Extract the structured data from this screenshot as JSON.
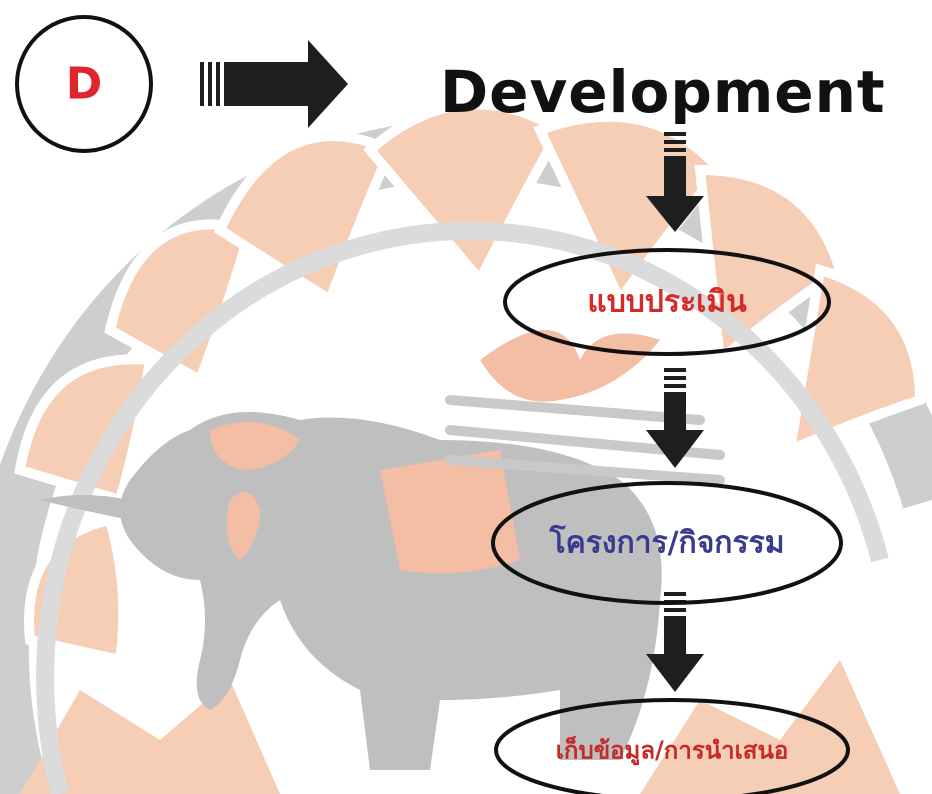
{
  "badge": {
    "letter": "D"
  },
  "title": "Development",
  "steps": [
    {
      "label": "แบบประเมิน",
      "color": "#d42a2a"
    },
    {
      "label": "โครงการ/กิจกรรม",
      "color": "#3a3a8e"
    },
    {
      "label": "เก็บข้อมูล/การนำเสนอ",
      "color": "#c42a2a"
    }
  ],
  "colors": {
    "watermark_orange": "#f6c8ad",
    "watermark_gray": "#c9c9c9",
    "arrow": "#1e1e1e",
    "badge_letter": "#e0252d"
  },
  "icons": [
    "emblem-watermark",
    "right-arrow-icon",
    "down-arrow-icon"
  ]
}
